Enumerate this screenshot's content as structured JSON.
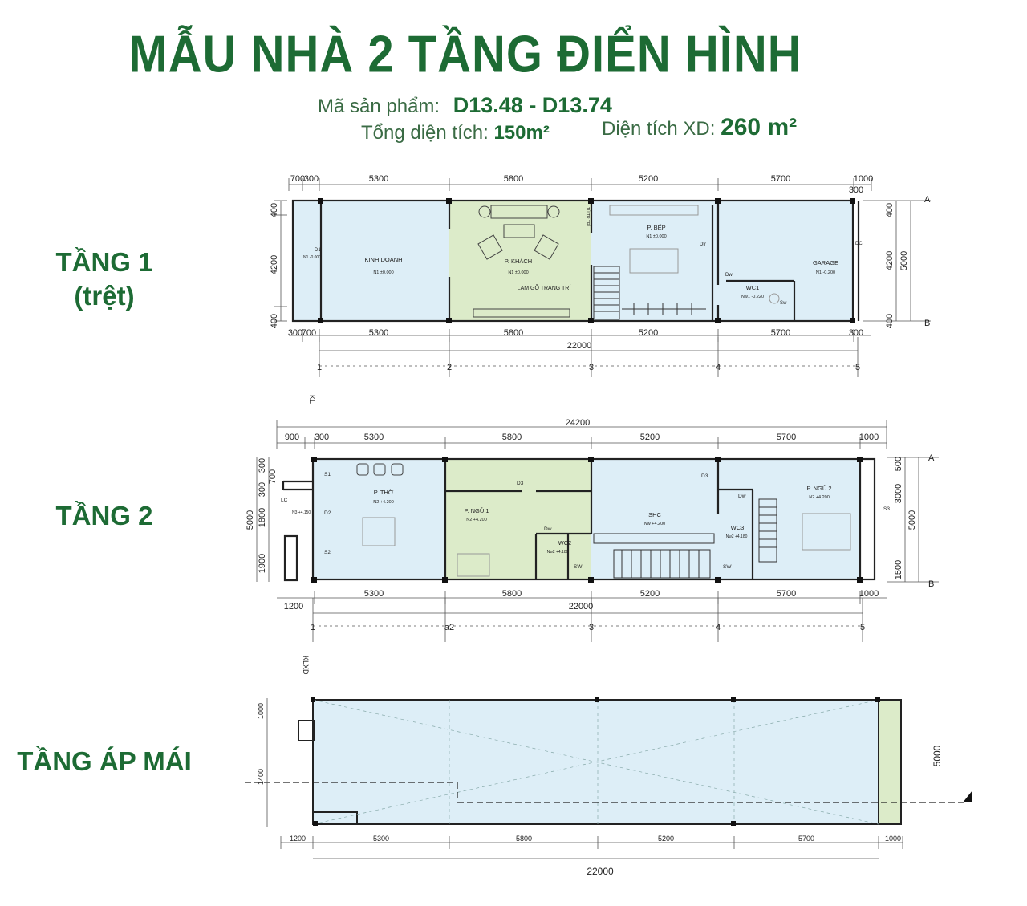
{
  "header": {
    "title": "MẪU NHÀ 2 TẦNG ĐIỂN HÌNH",
    "product_code_label": "Mã sản phẩm:",
    "product_code": "D13.48 - D13.74",
    "total_area_label": "Tổng diện tích:",
    "total_area": "150m²",
    "build_area_label": "Diện tích XD:",
    "build_area": "260 m²"
  },
  "floors": [
    {
      "label_line1": "TẦNG 1",
      "label_line2": "(trệt)",
      "top_dims": [
        "700",
        "300",
        "5300",
        "5800",
        "5200",
        "5700",
        "1000"
      ],
      "bottom_dims": [
        "300",
        "700",
        "5300",
        "5800",
        "5200",
        "5700",
        "300"
      ],
      "top_extra": "300",
      "total": "22000",
      "left_dims": [
        "400",
        "4200",
        "400"
      ],
      "right_dims": [
        "400",
        "4200",
        "400"
      ],
      "right_total": "5000",
      "axes": [
        "1",
        "2",
        "3",
        "4",
        "5"
      ],
      "row_axes": [
        "A",
        "B"
      ],
      "kl": "KL",
      "rooms": [
        {
          "name": "KINH DOANH",
          "tag": "N1 ±0.000"
        },
        {
          "name": "P. KHÁCH",
          "tag": "N1 ±0.000"
        },
        {
          "name": "P. BẾP",
          "tag": "N1 ±0.000"
        },
        {
          "name": "GARAGE",
          "tag": "N1 -0.200"
        },
        {
          "name": "WC1",
          "tag": "Nw1 -0.220"
        }
      ],
      "labels": {
        "d1": "D1",
        "lam": "LAM GỖ TRANG TRÍ",
        "tu": "TỦ TR TRÍ",
        "dtr": "Dtr",
        "dw": "Dw",
        "sw": "Sw",
        "dc": "DC",
        "n1": "N1 -0.000"
      }
    },
    {
      "label_line1": "TẦNG 2",
      "top_total": "24200",
      "top_dims": [
        "900",
        "300",
        "5300",
        "5800",
        "5200",
        "5700",
        "1000"
      ],
      "bottom_dims": [
        "5300",
        "5800",
        "5200",
        "5700",
        "1000"
      ],
      "bottom_left": "1200",
      "total": "22000",
      "left_dims": [
        "300",
        "700",
        "300",
        "1800",
        "1900"
      ],
      "left_total": "5000",
      "right_dims": [
        "500",
        "3000",
        "1500"
      ],
      "right_total": "5000",
      "axes": [
        "1",
        "a2",
        "3",
        "4",
        "5"
      ],
      "row_axes": [
        "A",
        "B"
      ],
      "klxd": "KLXD",
      "rooms": [
        {
          "name": "P. THỜ",
          "tag": "N2 +4.200"
        },
        {
          "name": "P. NGỦ 1",
          "tag": "N2 +4.200"
        },
        {
          "name": "SHC",
          "tag": "Nw +4.200"
        },
        {
          "name": "P. NGỦ 2",
          "tag": "N2 +4.200"
        },
        {
          "name": "WC2",
          "tag": "Nw2 +4.180"
        },
        {
          "name": "WC3",
          "tag": "Nw2 +4.180"
        }
      ],
      "labels": {
        "s1": "S1",
        "s2": "S2",
        "s3": "S3",
        "d2": "D2",
        "d3a": "D3",
        "d3b": "D3",
        "lc": "LC",
        "n3": "N3 +4.150",
        "dw1": "Dw",
        "dw2": "Dw",
        "sw1": "SW",
        "sw2": "SW"
      }
    },
    {
      "label_line1": "TẦNG ÁP MÁI",
      "left_dims": [
        "1000",
        "1400"
      ],
      "right_total": "5000",
      "bottom_dims": [
        "1200",
        "5300",
        "5800",
        "5200",
        "5700",
        "1000"
      ],
      "total": "22000"
    }
  ],
  "colors": {
    "accent_green": "#1d6b34",
    "room_blue": "#ddeef7",
    "room_green": "#dcebc9",
    "line": "#333333"
  }
}
